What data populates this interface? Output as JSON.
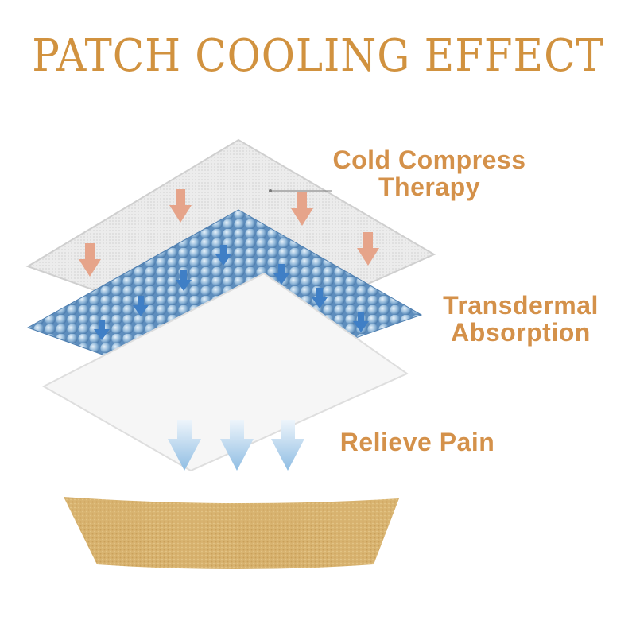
{
  "title": "PATCH COOLING EFFECT",
  "labels": {
    "cold_compress_line1": "Cold Compress",
    "cold_compress_line2": "Therapy",
    "transdermal_line1": "Transdermal",
    "transdermal_line2": "Absorption",
    "relieve": "Relieve Pain"
  },
  "colors": {
    "accent": "#d1923f",
    "pink_arrow": "#e6a48a",
    "blue_arrow": "#3f7fc6",
    "skin": "#d9b372"
  }
}
